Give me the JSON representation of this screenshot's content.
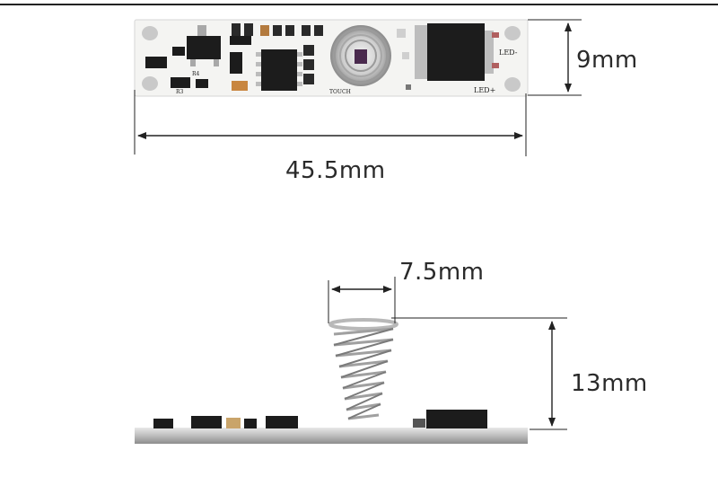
{
  "dimensions": {
    "height_top": "9mm",
    "length": "45.5mm",
    "spring_width": "7.5mm",
    "total_height": "13mm"
  },
  "board_silkscreen": {
    "touch": "TOUCH",
    "led_minus": "LED-",
    "led_plus": "LED+",
    "r4": "R4",
    "r3": "R3"
  },
  "colors": {
    "pcb": "#f4f4f2",
    "component": "#1c1c1c",
    "pad": "#c9c9c9",
    "line": "#222222"
  }
}
